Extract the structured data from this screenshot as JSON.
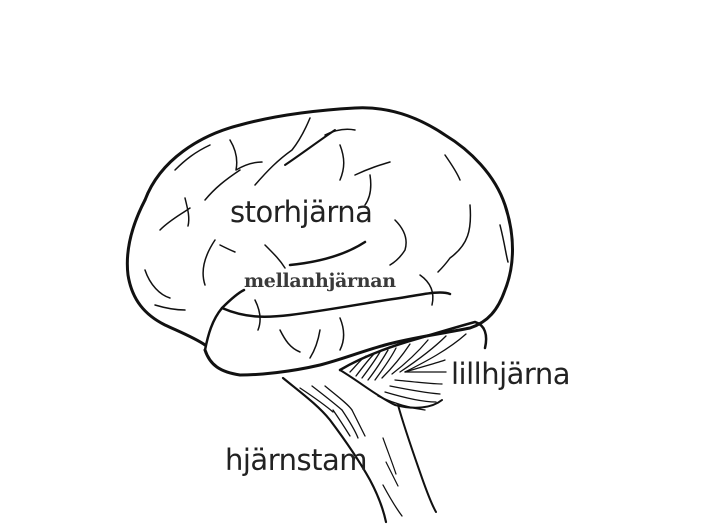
{
  "diagram": {
    "subject": "brain-lateral-view",
    "labels": {
      "cerebrum": "storhjärna",
      "diencephalon": "mellanhjärnan",
      "cerebellum": "lillhjärna",
      "brainstem": "hjärnstam"
    },
    "colors": {
      "background": "#ffffff",
      "line": "#111111",
      "text": "#222222"
    }
  }
}
